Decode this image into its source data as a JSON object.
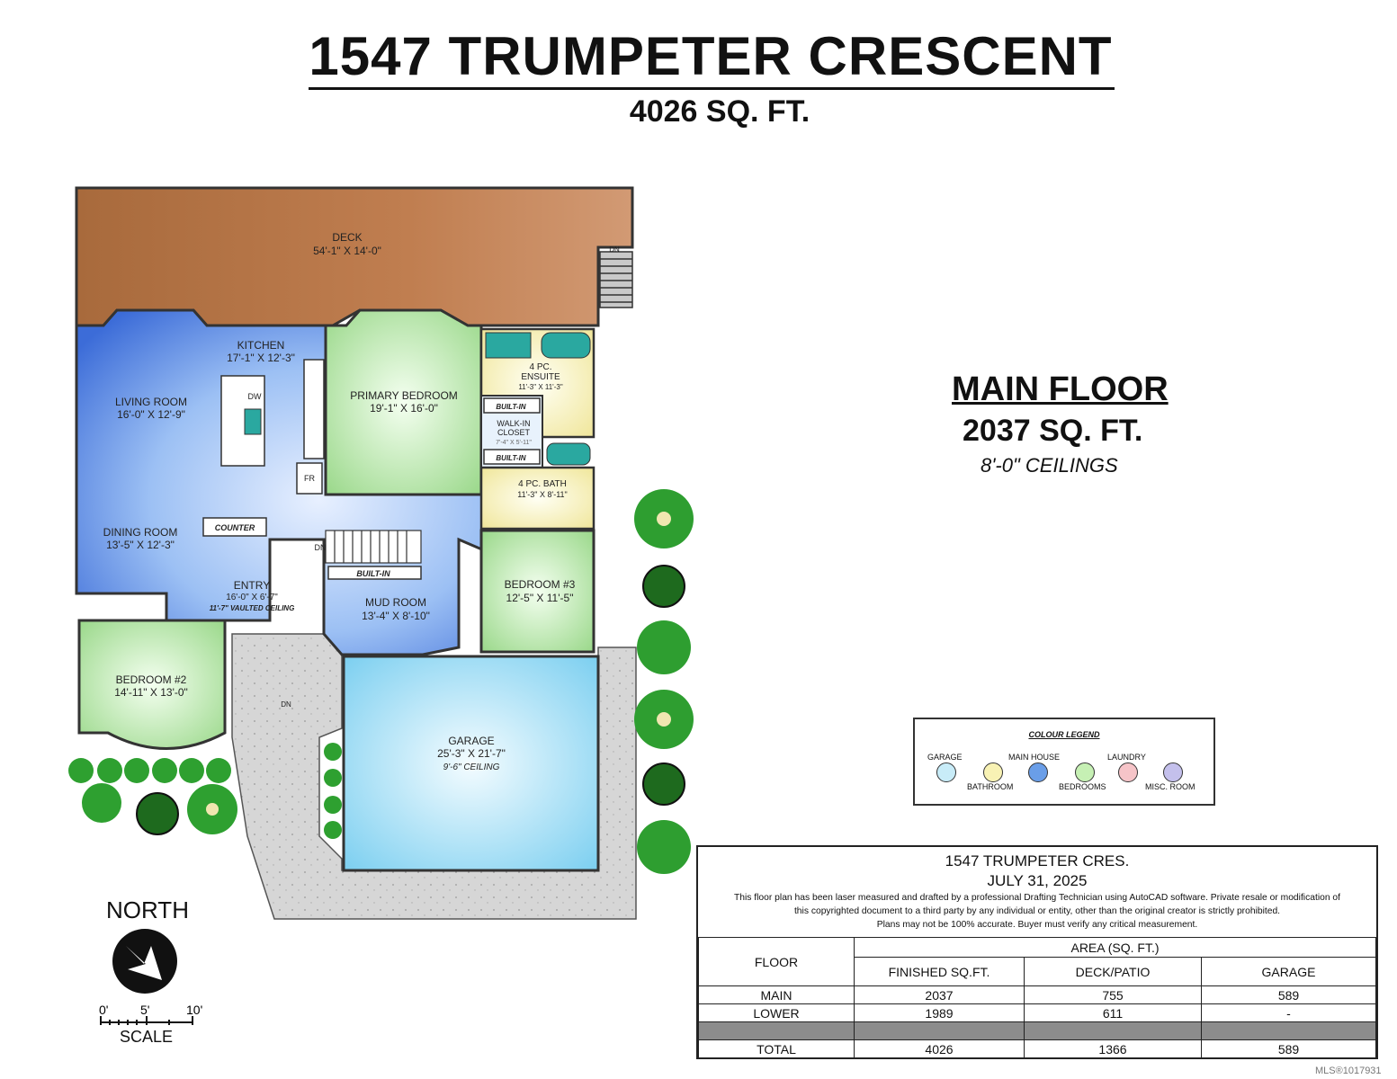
{
  "header": {
    "title": "1547 TRUMPETER CRESCENT",
    "total_area": "4026 SQ. FT."
  },
  "floor": {
    "label": "MAIN FLOOR",
    "area": "2037 SQ. FT.",
    "ceilings": "8'-0\" CEILINGS"
  },
  "rooms": {
    "deck": {
      "name": "DECK",
      "dims": "54'-1\" X 14'-0\""
    },
    "kitchen": {
      "name": "KITCHEN",
      "dims": "17'-1\" X 12'-3\""
    },
    "living": {
      "name": "LIVING ROOM",
      "dims": "16'-0\" X 12'-9\""
    },
    "dining": {
      "name": "DINING ROOM",
      "dims": "13'-5\" X 12'-3\""
    },
    "primary": {
      "name": "PRIMARY BEDROOM",
      "dims": "19'-1\" X 16'-0\""
    },
    "ensuite": {
      "name1": "4 PC.",
      "name2": "ENSUITE",
      "dims": "11'-3\" X 11'-3\""
    },
    "walkin": {
      "name1": "WALK-IN",
      "name2": "CLOSET",
      "dims": "7'-4\" X 5'-11\""
    },
    "bath": {
      "name": "4 PC. BATH",
      "dims": "11'-3\" X 8'-11\""
    },
    "entry": {
      "name": "ENTRY",
      "dims": "16'-0\" X 6'-7\"",
      "note": "11'-7\" VAULTED CEILING"
    },
    "mud": {
      "name": "MUD ROOM",
      "dims": "13'-4\" X 8'-10\""
    },
    "bed3": {
      "name": "BEDROOM #3",
      "dims": "12'-5\" X 11'-5\""
    },
    "bed2": {
      "name": "BEDROOM #2",
      "dims": "14'-11\" X 13'-0\""
    },
    "garage": {
      "name": "GARAGE",
      "dims": "25'-3\" X 21'-7\"",
      "note": "9'-6\" CEILING"
    }
  },
  "fixtures": {
    "builtin": "BUILT-IN",
    "counter": "COUNTER",
    "dw": "DW",
    "fr": "FR",
    "dn": "DN"
  },
  "legend": {
    "title": "COLOUR LEGEND",
    "items": [
      {
        "label": "GARAGE",
        "color": "#c8ecf8"
      },
      {
        "label": "BATHROOM",
        "color": "#f8f2b4"
      },
      {
        "label": "MAIN HOUSE",
        "color": "#6a9ee8"
      },
      {
        "label": "BEDROOMS",
        "color": "#c6f0b4"
      },
      {
        "label": "LAUNDRY",
        "color": "#f6c4c8"
      },
      {
        "label": "MISC. ROOM",
        "color": "#c4c0ec"
      }
    ]
  },
  "info": {
    "address": "1547 TRUMPETER CRES.",
    "date": "JULY 31, 2025",
    "disclaimer1": "This floor plan has been laser measured and drafted by a professional Drafting Technician using AutoCAD software. Private resale or modification of",
    "disclaimer2": "this copyrighted document to a third party by any individual or entity, other than the original creator is strictly prohibited.",
    "disclaimer3": "Plans may not be 100% accurate.  Buyer must verify any critical measurement.",
    "table": {
      "floor_header": "FLOOR",
      "area_header": "AREA (SQ. FT.)",
      "col_finished": "FINISHED SQ.FT.",
      "col_deck": "DECK/PATIO",
      "col_garage": "GARAGE",
      "rows": [
        {
          "floor": "MAIN",
          "finished": "2037",
          "deck": "755",
          "garage": "589"
        },
        {
          "floor": "LOWER",
          "finished": "1989",
          "deck": "611",
          "garage": "-"
        }
      ],
      "total": {
        "floor": "TOTAL",
        "finished": "4026",
        "deck": "1366",
        "garage": "589"
      }
    }
  },
  "compass": {
    "label": "NORTH"
  },
  "scale": {
    "label": "SCALE",
    "ticks": [
      "0'",
      "5'",
      "10'"
    ]
  },
  "watermark": "MLS®1017931",
  "colors": {
    "deck": "#b8784c",
    "main_house": "#6a9ee8",
    "bedrooms": "#c6f0b4",
    "bathroom": "#f8f2b4",
    "garage": "#c8ecf8",
    "driveway": "#d8d8d8",
    "plant": "#2a9a2a"
  }
}
